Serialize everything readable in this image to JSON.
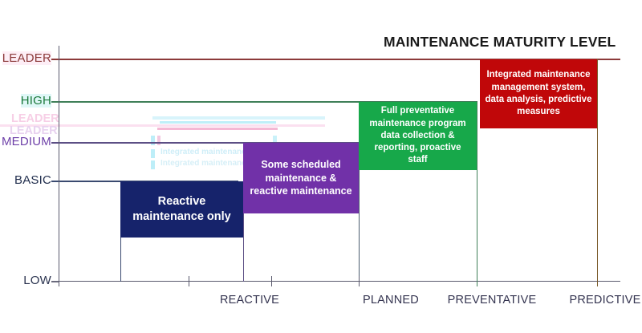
{
  "chart_data": {
    "type": "bar",
    "title": "MAINTENANCE MATURITY LEVEL",
    "xlabel": "",
    "ylabel": "",
    "grid": false,
    "legend": "none",
    "x_categories": [
      "REACTIVE",
      "PLANNED",
      "PREVENTATIVE",
      "PREDICTIVE"
    ],
    "y_categories": [
      "LOW",
      "BASIC",
      "MEDIUM",
      "HIGH",
      "LEADER"
    ],
    "series": [
      {
        "name": "Reactive",
        "stage": "REACTIVE",
        "level": "BASIC",
        "label": "Reactive maintenance only",
        "color": "#16236b"
      },
      {
        "name": "Planned",
        "stage": "PLANNED",
        "level": "MEDIUM",
        "label": "Some scheduled maintenance & reactive maintenance",
        "color": "#7131a8"
      },
      {
        "name": "Preventative",
        "stage": "PREVENTATIVE",
        "level": "HIGH",
        "label": "Full preventative maintenance program data collection & reporting, proactive staff",
        "color": "#17a84a"
      },
      {
        "name": "Predictive",
        "stage": "PREDICTIVE",
        "level": "LEADER",
        "label": "Integrated maintenance management system, data analysis, predictive measures",
        "color": "#c00709"
      }
    ]
  },
  "title": {
    "text": "MAINTENANCE MATURITY LEVEL"
  },
  "y_axis": {
    "levels": [
      {
        "label": "LEADER",
        "color": "#8c3a3a",
        "line_color": "#8c3a3a"
      },
      {
        "label": "HIGH",
        "color": "#1d7a3c",
        "line_color": "#3f7f58"
      },
      {
        "label": "MEDIUM",
        "color": "#6d3fa8",
        "line_color": "#5c4f85"
      },
      {
        "label": "BASIC",
        "color": "#23304f",
        "line_color": "#3a4a70"
      },
      {
        "label": "LOW",
        "color": "#2b3450",
        "line_color": "#6a6a7c"
      }
    ]
  },
  "x_axis": {
    "ticks": [
      {
        "label": "REACTIVE"
      },
      {
        "label": "PLANNED"
      },
      {
        "label": "PREVENTATIVE"
      },
      {
        "label": "PREDICTIVE"
      }
    ]
  },
  "boxes": {
    "reactive": {
      "text": "Reactive maintenance only"
    },
    "planned": {
      "text": "Some scheduled maintenance & reactive maintenance"
    },
    "preventative": {
      "text": "Full preventative maintenance program data collection & reporting, proactive staff"
    },
    "predictive": {
      "text": "Integrated maintenance management system, data analysis, predictive measures"
    }
  },
  "artifacts": {
    "ghost_leader_1": "LEADER",
    "ghost_leader_2": "LEADER",
    "ghost_text_1": "Integrated maintenance",
    "ghost_text_2": "Integrated maintenance is"
  }
}
